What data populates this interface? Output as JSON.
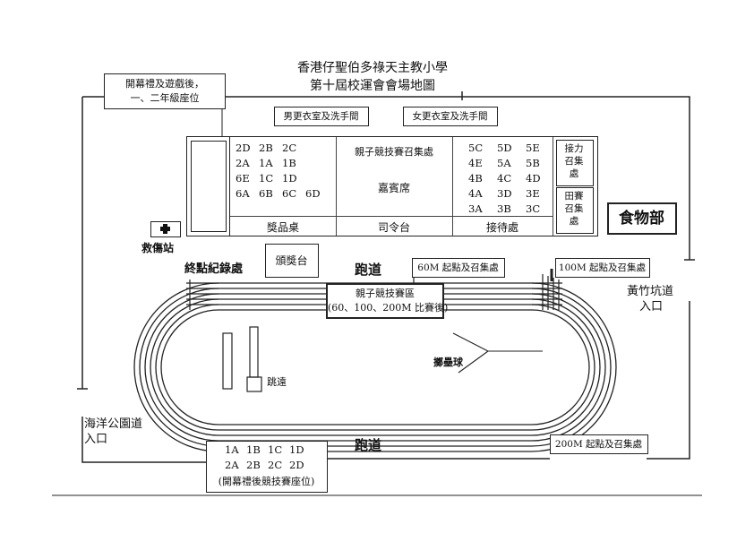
{
  "title": {
    "line1": "香港仔聖伯多祿天主教小學",
    "line2": "第十屆校運會會場地圖"
  },
  "callout_top_left": {
    "line1": "開幕禮及遊戲後，",
    "line2": "一、二年級座位"
  },
  "male_changing": "男更衣室及洗手間",
  "female_changing": "女更衣室及洗手間",
  "seats_left": [
    "2D",
    "2B",
    "2C",
    "2A",
    "1A",
    "1B",
    "6E",
    "1C",
    "1D",
    "6A",
    "6B",
    "6C",
    "6D"
  ],
  "prize_table": "獎品桌",
  "parent_assembly": "親子競技賽召集處",
  "vip_seats": "嘉賓席",
  "command_stand": "司令台",
  "seats_right": [
    "5C",
    "5D",
    "5E",
    "4E",
    "5A",
    "5B",
    "4B",
    "4C",
    "4D",
    "4A",
    "3D",
    "3E",
    "3A",
    "3B",
    "3C"
  ],
  "reception": "接待處",
  "relay_assembly": [
    "接力",
    "召集",
    "處"
  ],
  "field_assembly": [
    "田賽",
    "召集",
    "處"
  ],
  "tuck_shop": "食物部",
  "first_aid": "救傷站",
  "first_aid_icon": "red-cross-icon",
  "finish_recording": "終點紀錄處",
  "award_stage": "頒獎台",
  "track_top": "跑道",
  "track_bottom": "跑道",
  "start_60m": "60M 起點及召集處",
  "start_100m": "100M 起點及召集處",
  "start_200m": "200M 起點及召集處",
  "parent_race_area": {
    "line1": "親子競技賽區",
    "line2": "(60、100、200M 比賽後)"
  },
  "long_jump": "跳遠",
  "shot_put": "擲壘球",
  "entrance_wong_chuk_hang": {
    "line1": "黃竹坑道",
    "line2": "入口"
  },
  "entrance_ocean_park": {
    "line1": "海洋公園道",
    "line2": "入口"
  },
  "seats_bottom": [
    "1A",
    "1B",
    "1C",
    "1D",
    "2A",
    "2B",
    "2C",
    "2D"
  ],
  "seats_bottom_note": "(開幕禮後競技賽座位)"
}
